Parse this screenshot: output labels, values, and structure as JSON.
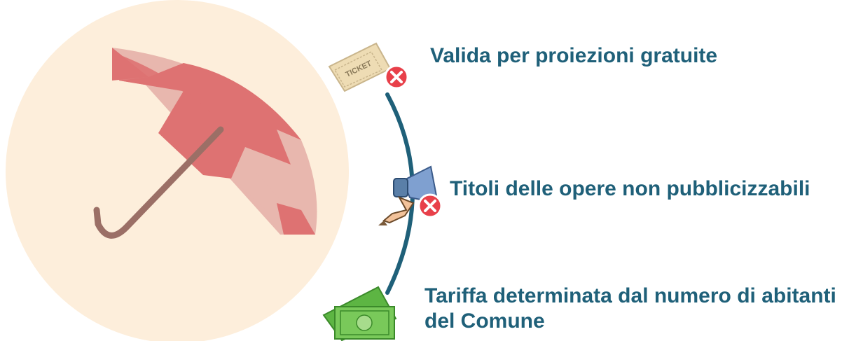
{
  "colors": {
    "text": "#1f6079",
    "arc": "#1f6079",
    "circle_bg": "#fdeedb",
    "umbrella_dark": "#de7272",
    "umbrella_light": "#e8b7ae",
    "handle": "#9b6f66",
    "x_badge": "#e8404a"
  },
  "items": [
    {
      "icon": "ticket-icon",
      "status": "x-mark-icon",
      "text": "Valida per proiezioni gratuite"
    },
    {
      "icon": "megaphone-icon",
      "status": "x-mark-icon",
      "text": "Titoli delle opere non pubblicizzabili"
    },
    {
      "icon": "money-icon",
      "lines": [
        "Tariffa determinata dal numero di abitanti",
        "del Comune"
      ]
    }
  ],
  "ticket_text": "TICKET"
}
